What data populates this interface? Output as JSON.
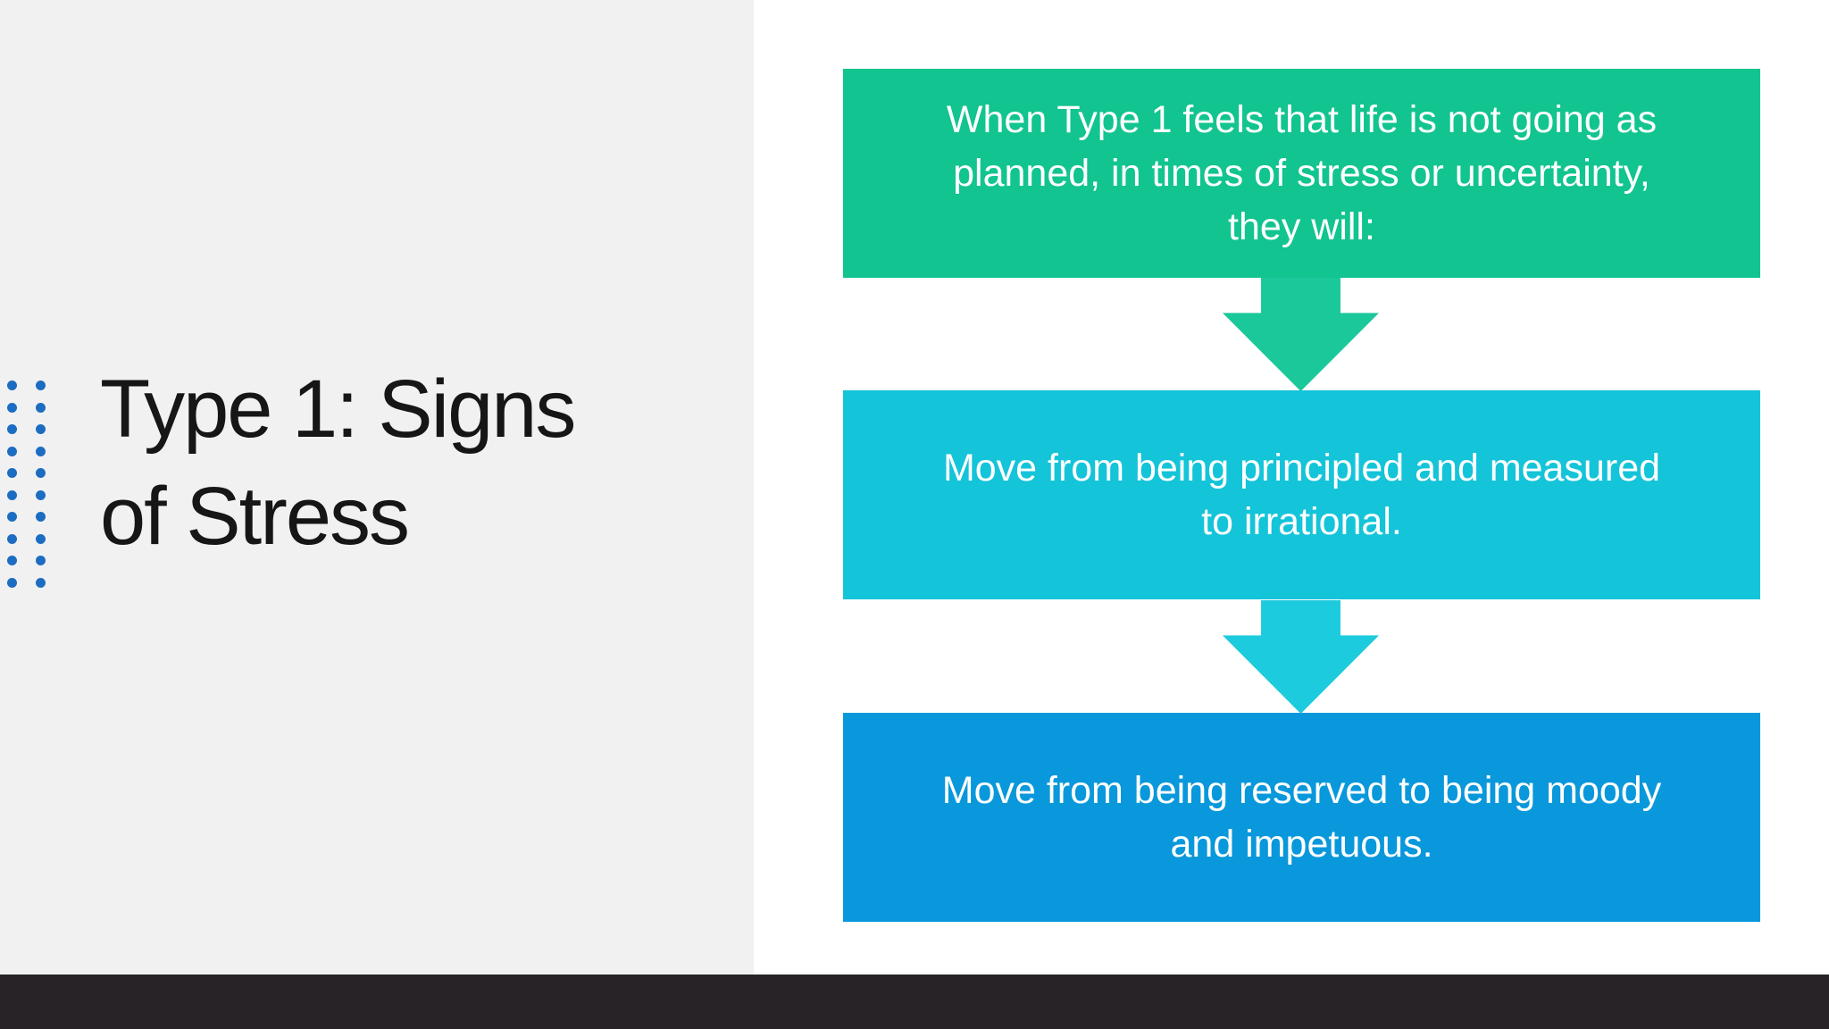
{
  "slide": {
    "title": {
      "full_text": "Type 1: Signs of Stress",
      "lines": [
        "Type 1: Signs",
        "of Stress"
      ]
    },
    "decoration": {
      "dot_grid": {
        "rows": 10,
        "cols": 2,
        "color": "#1C6DC2"
      }
    }
  },
  "flow": {
    "boxes": [
      {
        "full_text": "When Type 1 feels that life is not going as planned, in times of stress or uncertainty, they will:",
        "lines": [
          "When Type 1 feels that life is not going as",
          "planned, in times of stress or uncertainty,",
          "they will:"
        ],
        "color": "#12C48F"
      },
      {
        "full_text": "Move from being principled and measured to irrational.",
        "lines": [
          "Move from being principled and measured",
          "to irrational."
        ],
        "color": "#14C4D9"
      },
      {
        "full_text": "Move from being reserved to being moody and impetuous.",
        "lines": [
          "Move from being reserved to being moody",
          "and impetuous."
        ],
        "color": "#0998DB"
      }
    ],
    "arrows": [
      {
        "color": "#1AC89A"
      },
      {
        "color": "#1CCBDD"
      }
    ]
  },
  "chrome": {
    "left_panel_color": "#F2F1F2",
    "bottom_bar_color": "#272327",
    "title_text_color": "#161616",
    "box_text_color": "#FFFFFF"
  }
}
